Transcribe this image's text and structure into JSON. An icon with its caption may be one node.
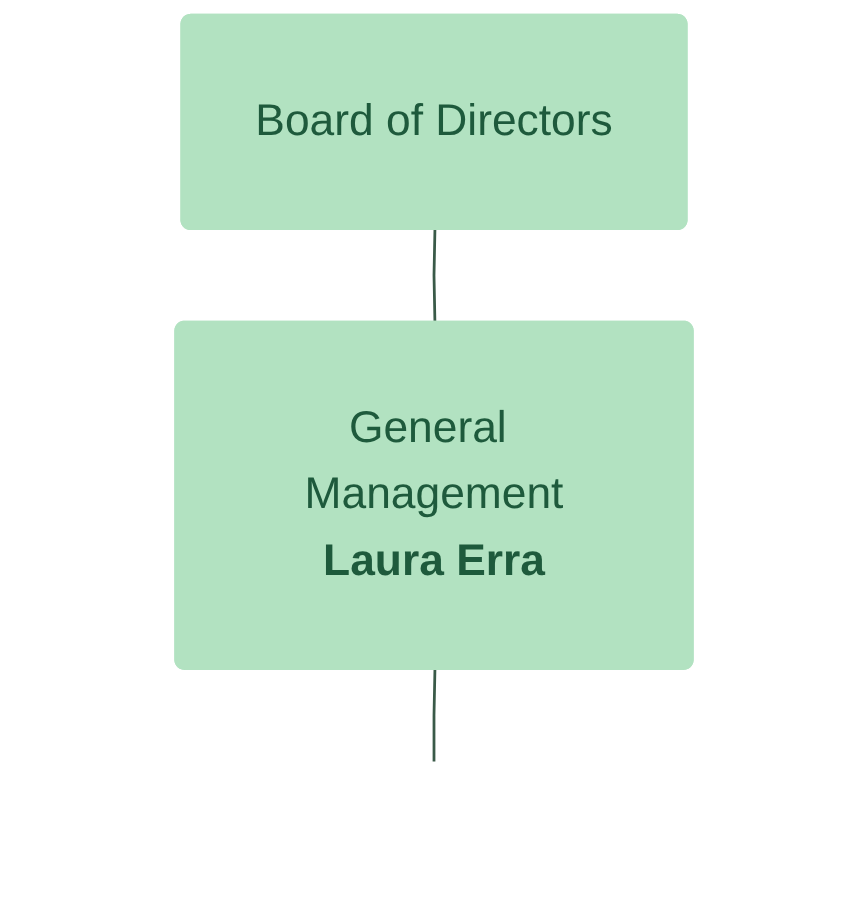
{
  "diagram": {
    "nodes": [
      {
        "text": [
          "Board of Directors"
        ]
      },
      {
        "text": [
          "General Management",
          "Laura Erra"
        ]
      }
    ],
    "edges": [
      {
        "from": 0,
        "to": 1,
        "arrow": "none"
      },
      {
        "from": 1,
        "to": null,
        "arrow": "none"
      }
    ]
  }
}
